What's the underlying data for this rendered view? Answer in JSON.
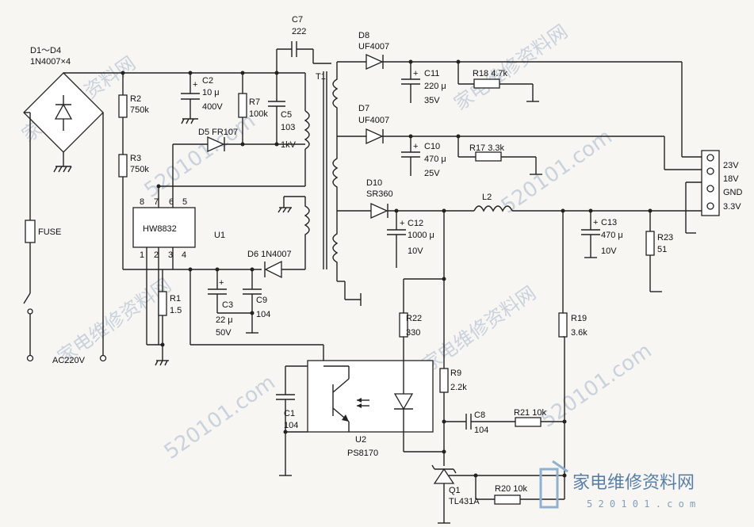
{
  "watermark": {
    "domain": "520101.com",
    "cn": "家电维修资料网",
    "logo_domain": "5 2 0 1 0 1 . c o m"
  },
  "labels": {
    "d1d4": "D1～D4",
    "d1d4_type": "1N4007×4",
    "fuse": "FUSE",
    "ac": "AC220V",
    "r2": "R2",
    "r2v": "750k",
    "r3": "R3",
    "r3v": "750k",
    "c2": "C2",
    "c2v": "10 μ",
    "c2v2": "400V",
    "r7": "R7",
    "r7v": "100k",
    "c5": "C5",
    "c5v": "103",
    "c5v2": "1kV",
    "d5": "D5  FR107",
    "c7": "C7",
    "c7v": "222",
    "t1": "T1",
    "d8": "D8",
    "d8v": "UF4007",
    "c11": "C11",
    "c11v": "220 μ",
    "c11v2": "35V",
    "r18": "R18  4.7k",
    "d7": "D7",
    "d7v": "UF4007",
    "c10": "C10",
    "c10v": "470 μ",
    "c10v2": "25V",
    "r17": "R17  3.3k",
    "d10": "D10",
    "d10v": "SR360",
    "c12": "C12",
    "c12v": "1000 μ",
    "c12v2": "10V",
    "l2": "L2",
    "c13": "C13",
    "c13v": "470 μ",
    "c13v2": "10V",
    "r23": "R23",
    "r23v": "51",
    "u1": "U1",
    "u1chip": "HW8832",
    "pin8": "8",
    "pin7": "7",
    "pin6": "6",
    "pin5": "5",
    "pin1": "1",
    "pin2": "2",
    "pin3": "3",
    "pin4": "4",
    "d6": "D6  1N4007",
    "c3": "C3",
    "c3v": "22 μ",
    "c3v2": "50V",
    "c9": "C9",
    "c9v": "104",
    "r1": "R1",
    "r1v": "1.5",
    "c1": "C1",
    "c1v": "104",
    "u2": "U2",
    "u2v": "PS8170",
    "r22": "R22",
    "r22v": "330",
    "r9": "R9",
    "r9v": "2.2k",
    "c8": "C8",
    "c8v": "104",
    "r21": "R21  10k",
    "r19": "R19",
    "r19v": "3.6k",
    "q1": "Q1",
    "q1v": "TL431A",
    "r20": "R20  10k",
    "conn": [
      "23V",
      "18V",
      "GND",
      "3.3V"
    ]
  }
}
